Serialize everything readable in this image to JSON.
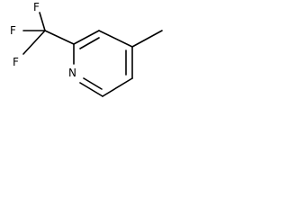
{
  "molecule": {
    "atoms": {
      "nitrogen": "N",
      "fluorine_top": "F",
      "fluorine_left": "F",
      "fluorine_bottom": "F"
    }
  }
}
